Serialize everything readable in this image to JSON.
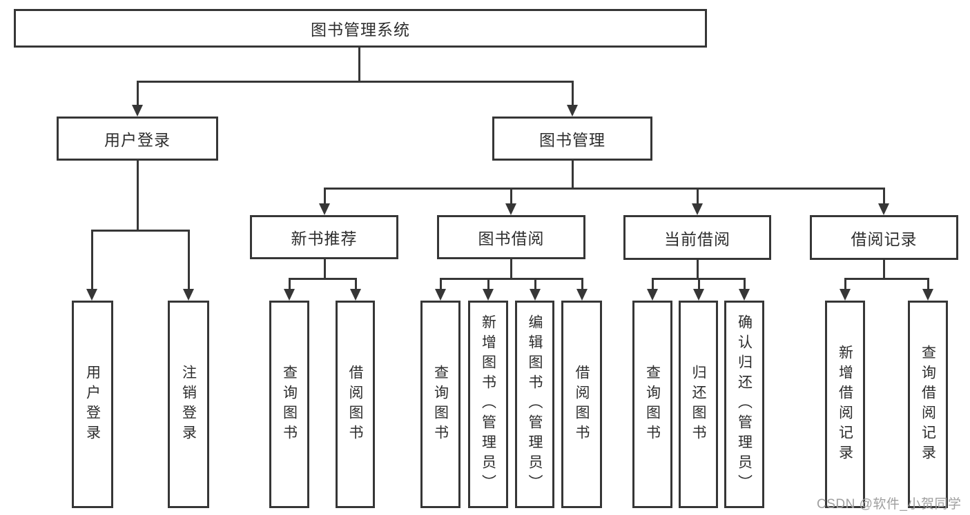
{
  "diagram_title": "图书管理系统",
  "tree": {
    "root": {
      "label": "图书管理系统"
    },
    "branches": [
      {
        "label": "用户登录",
        "children": [
          {
            "label": "用户登录"
          },
          {
            "label": "注销登录"
          }
        ]
      },
      {
        "label": "图书管理",
        "sections": [
          {
            "label": "新书推荐",
            "children": [
              {
                "label": "查询图书"
              },
              {
                "label": "借阅图书"
              }
            ]
          },
          {
            "label": "图书借阅",
            "children": [
              {
                "label": "查询图书"
              },
              {
                "label": "新增图书（管理员）"
              },
              {
                "label": "编辑图书（管理员）"
              },
              {
                "label": "借阅图书"
              }
            ]
          },
          {
            "label": "当前借阅",
            "children": [
              {
                "label": "查询图书"
              },
              {
                "label": "归还图书"
              },
              {
                "label": "确认归还（管理员）"
              }
            ]
          },
          {
            "label": "借阅记录",
            "children": [
              {
                "label": "新增借阅记录"
              },
              {
                "label": "查询借阅记录"
              }
            ]
          }
        ]
      }
    ]
  },
  "watermark": {
    "text": "CSDN @软件_小贺同学"
  },
  "colors": {
    "line": "#363636",
    "box_border": "#363636",
    "text": "#2d2d2d",
    "background": "#ffffff",
    "watermark_text": "#9f9f9f"
  }
}
